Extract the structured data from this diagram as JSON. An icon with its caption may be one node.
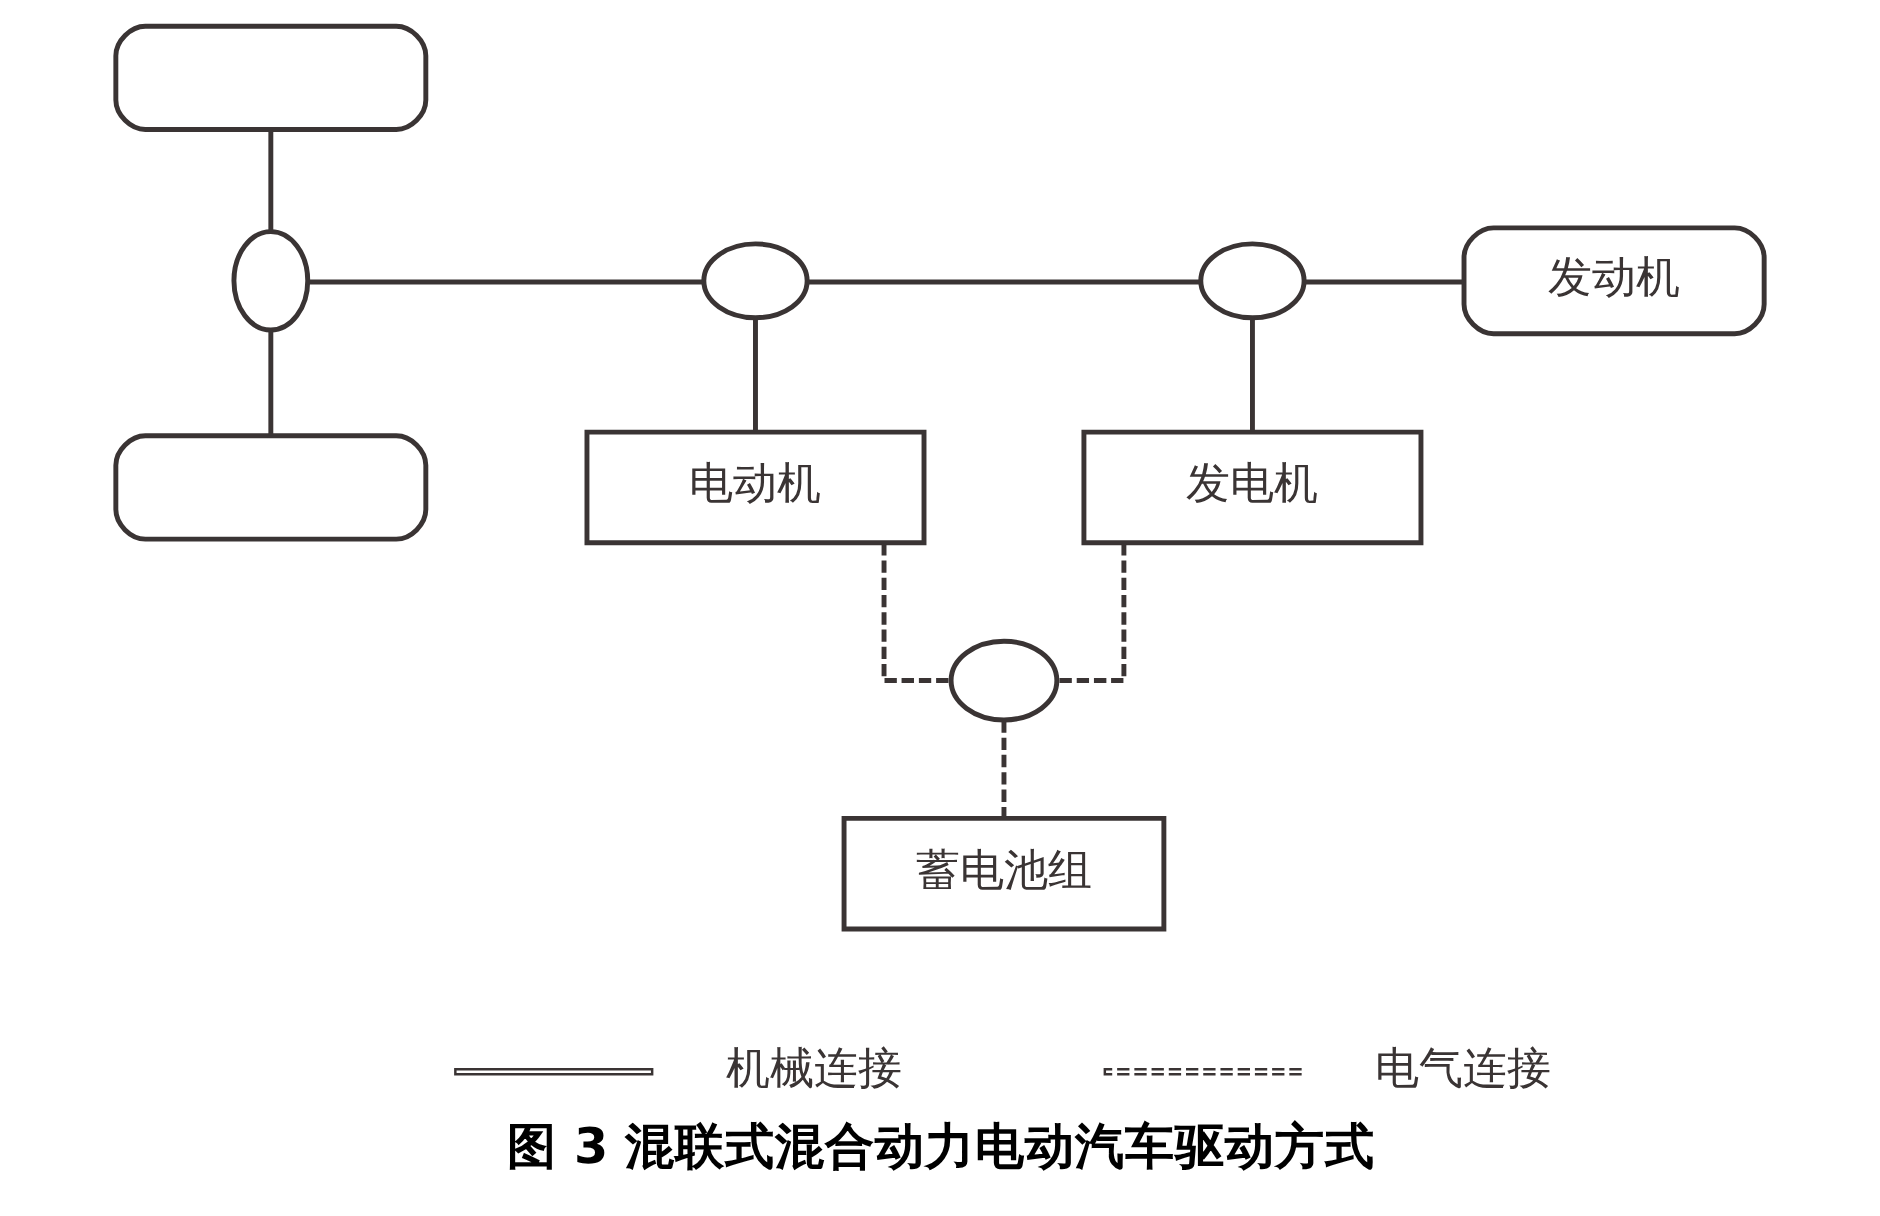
{
  "diagram": {
    "caption": "图 3 混联式混合动力电动汽车驱动方式",
    "nodes": [
      {
        "text": [],
        "shape": "box"
      },
      {
        "text": [],
        "shape": "ellipse"
      },
      {
        "text": [],
        "shape": "ellipse"
      },
      {
        "text": [],
        "shape": "ellipse"
      },
      {
        "text": [
          "发动机"
        ]
      },
      {
        "text": [],
        "shape": "box"
      },
      {
        "text": [
          "电动机"
        ]
      },
      {
        "text": [
          "发电机"
        ]
      },
      {
        "text": [],
        "shape": "ellipse"
      },
      {
        "text": [
          "蓄电池组"
        ]
      }
    ],
    "edges": [
      {
        "from": 0,
        "to": 1,
        "arrow": "none"
      },
      {
        "from": 1,
        "to": 2,
        "arrow": "none"
      },
      {
        "from": 2,
        "to": 3,
        "arrow": "none"
      },
      {
        "from": 3,
        "to": 4,
        "arrow": "none"
      },
      {
        "from": 1,
        "to": 5,
        "arrow": "none"
      },
      {
        "from": 2,
        "to": 6,
        "arrow": "none"
      },
      {
        "from": 3,
        "to": 7,
        "arrow": "none"
      },
      {
        "from": 6,
        "to": 8,
        "arrow": "none",
        "style": "dashed"
      },
      {
        "from": 7,
        "to": 8,
        "arrow": "none",
        "style": "dashed"
      },
      {
        "from": 8,
        "to": 9,
        "arrow": "none",
        "style": "dashed"
      }
    ],
    "legend": [
      {
        "text": "机械连接"
      },
      {
        "text": "电气连接"
      }
    ]
  }
}
